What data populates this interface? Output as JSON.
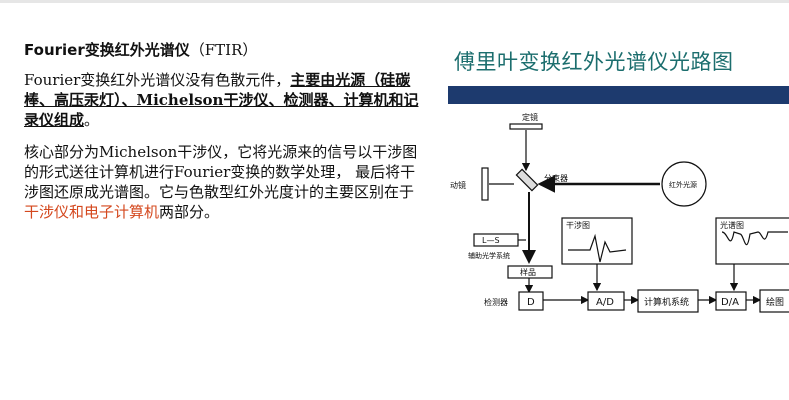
{
  "left": {
    "title_main": "Fourier变换红外光谱仪",
    "title_paren": "（FTIR）",
    "para1": {
      "lead": "Fourier变换红外光谱仪没有色散元件，",
      "underlined": "主要由光源（硅碳棒、高压汞灯）、Michelson干涉仪、检测器、计算机和记录仪组成",
      "tail": "。"
    },
    "para2": {
      "text": "核心部分为Michelson干涉仪，它将光源来的信号以干涉图的形式送往计算机进行Fourier变换的数学处理， 最后将干涉图还原成光谱图。它与色散型红外光度计的主要区别在于",
      "highlight": "干涉仪和电子计算机",
      "tail": "两部分。"
    }
  },
  "diagram": {
    "title": "傅里叶变换红外光谱仪光路图",
    "accent_color": "#1d3a6e",
    "title_color": "#1c6e6e",
    "labels": {
      "fixed_mirror": "定镜",
      "moving_mirror": "动镜",
      "beam_splitter": "分束器",
      "ir_source": "红外光源",
      "interferogram": "干涉图",
      "spectrum": "光谱图",
      "laser": "L—S",
      "aux_optics": "辅助光学系统",
      "sample": "样品",
      "detector": "检测器",
      "d_box": "D",
      "ad_box": "A/D",
      "computer": "计算机系统",
      "da_box": "D/A",
      "plotter": "绘图"
    }
  }
}
